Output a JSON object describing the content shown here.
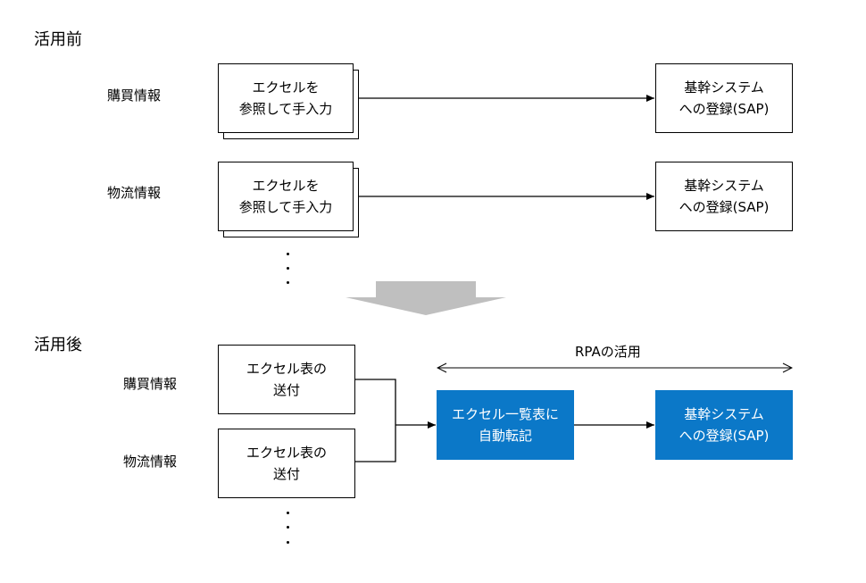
{
  "before": {
    "title": "活用前",
    "rows": [
      {
        "label": "購買情報",
        "source": "エクセルを\n参照して手入力",
        "target": "基幹システム\nへの登録(SAP)"
      },
      {
        "label": "物流情報",
        "source": "エクセルを\n参照して手入力",
        "target": "基幹システム\nへの登録(SAP)"
      }
    ]
  },
  "after": {
    "title": "活用後",
    "rows": [
      {
        "label": "購買情報",
        "source": "エクセル表の\n送付"
      },
      {
        "label": "物流情報",
        "source": "エクセル表の\n送付"
      }
    ],
    "rpa_label": "RPAの活用",
    "process": "エクセル一覧表に\n自動転記",
    "target": "基幹システム\nへの登録(SAP)"
  },
  "colors": {
    "accent": "#0b78c8",
    "transition_arrow": "#bfbfbf"
  }
}
